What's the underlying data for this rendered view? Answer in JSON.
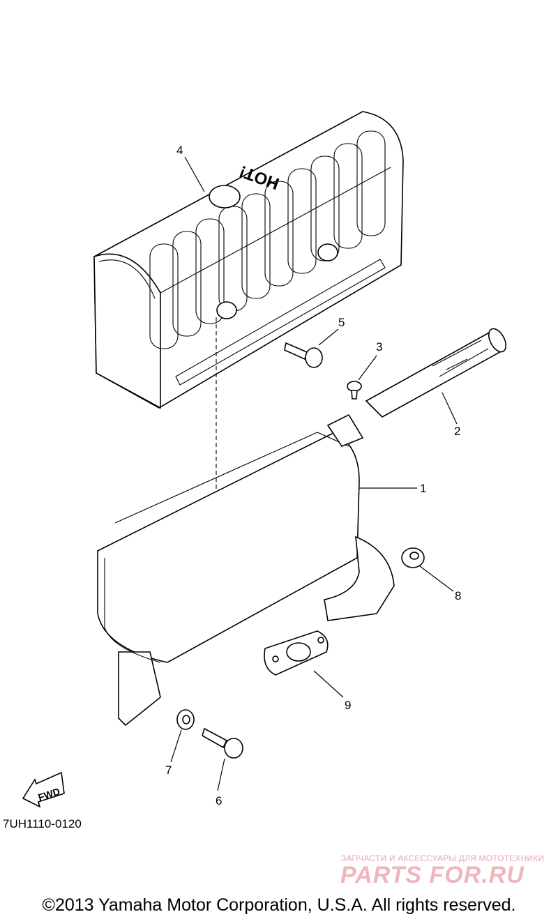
{
  "callouts": {
    "c1": "1",
    "c2": "2",
    "c3": "3",
    "c4": "4",
    "c5": "5",
    "c6": "6",
    "c7": "7",
    "c8": "8",
    "c9": "9"
  },
  "cover_label": "HOT!",
  "fwd_label": "FWD",
  "drawing_code": "7UH1110-0120",
  "watermark": {
    "tagline": "ЗАПЧАСТИ И АКСЕССУАРЫ ДЛЯ МОТОТЕХНИКИ",
    "logo": "PARTS FOR.RU"
  },
  "copyright": "©2013 Yamaha Motor Corporation, U.S.A. All rights reserved."
}
